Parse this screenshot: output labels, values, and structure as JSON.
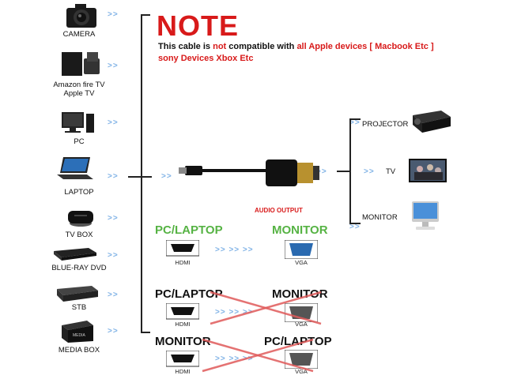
{
  "devices": [
    {
      "id": "camera",
      "label": "CAMERA",
      "icon": "camera-icon"
    },
    {
      "id": "firetv",
      "label": "Amazon fire TV\nApple TV",
      "icon": "set-top-box-icon"
    },
    {
      "id": "pc",
      "label": "PC",
      "icon": "desktop-pc-icon"
    },
    {
      "id": "laptop",
      "label": "LAPTOP",
      "icon": "laptop-icon"
    },
    {
      "id": "tvbox",
      "label": "TV BOX",
      "icon": "tv-box-icon"
    },
    {
      "id": "bluray",
      "label": "BLUE-RAY DVD",
      "icon": "bluray-player-icon"
    },
    {
      "id": "stb",
      "label": "STB",
      "icon": "stb-icon"
    },
    {
      "id": "mediabox",
      "label": "MEDIA BOX",
      "icon": "media-box-icon"
    }
  ],
  "outputs": [
    {
      "id": "projector",
      "label": "PROJECTOR",
      "icon": "projector-icon"
    },
    {
      "id": "tv",
      "label": "TV",
      "icon": "television-icon"
    },
    {
      "id": "monitor",
      "label": "MONITOR",
      "icon": "monitor-icon"
    }
  ],
  "note": {
    "title": "NOTE",
    "line1_pre": "This cable is ",
    "line1_not": "not",
    "line1_mid": " compatible with ",
    "line1_red": "all Apple devices [ Macbook Etc ]",
    "line2_red": "sony Devices Xbox Etc"
  },
  "audio_output": "AUDIO OUTPUT",
  "diagrams": {
    "correct": {
      "source": "PC/LAPTOP",
      "target": "MONITOR",
      "port_in": "HDMI",
      "port_out": "VGA"
    },
    "wrong1": {
      "source": "PC/LAPTOP",
      "target": "MONITOR",
      "port_in": "HDMI",
      "port_out": "VGA"
    },
    "wrong2": {
      "source": "MONITOR",
      "target": "PC/LAPTOP",
      "port_in": "HDMI",
      "port_out": "VGA"
    }
  },
  "colors": {
    "red": "#d81a1a",
    "green": "#56b344",
    "arrow": "#7fb2e6"
  }
}
